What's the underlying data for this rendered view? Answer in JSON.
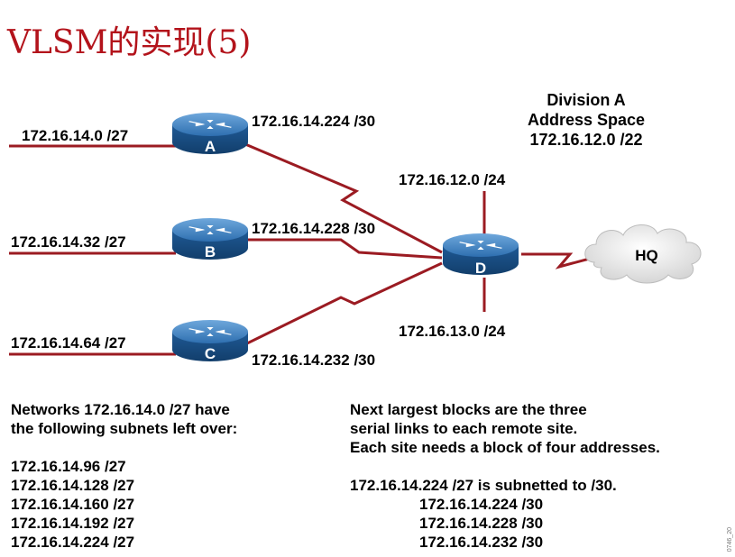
{
  "title": "VLSM的实现(5)",
  "division": {
    "line1": "Division A",
    "line2": "Address Space",
    "line3": "172.16.12.0 /22"
  },
  "lan_labels": {
    "a": "172.16.14.0 /27",
    "b": "172.16.14.32 /27",
    "c": "172.16.14.64 /27"
  },
  "serial_labels": {
    "a": "172.16.14.224 /30",
    "b": "172.16.14.228 /30",
    "c": "172.16.14.232 /30"
  },
  "d_labels": {
    "top": "172.16.12.0 /24",
    "bottom": "172.16.13.0 /24"
  },
  "routers": {
    "a": "A",
    "b": "B",
    "c": "C",
    "d": "D"
  },
  "cloud": "HQ",
  "left_text": {
    "line1": "Networks 172.16.14.0 /27 have",
    "line2": "the following subnets left over:",
    "items": [
      "172.16.14.96 /27",
      "172.16.14.128 /27",
      "172.16.14.160 /27",
      "172.16.14.192 /27",
      "172.16.14.224 /27"
    ]
  },
  "right_text": {
    "line1": "Next largest blocks are the three",
    "line2": "serial links to each remote site.",
    "line3": "Each site needs a block of four addresses.",
    "line4": "172.16.14.224 /27 is subnetted to /30.",
    "items": [
      "172.16.14.224 /30",
      "172.16.14.228 /30",
      "172.16.14.232 /30"
    ]
  },
  "side_code": "0746_20",
  "colors": {
    "title": "#b3131b",
    "link": "#9b1b22",
    "router": "#1d5f9e"
  }
}
